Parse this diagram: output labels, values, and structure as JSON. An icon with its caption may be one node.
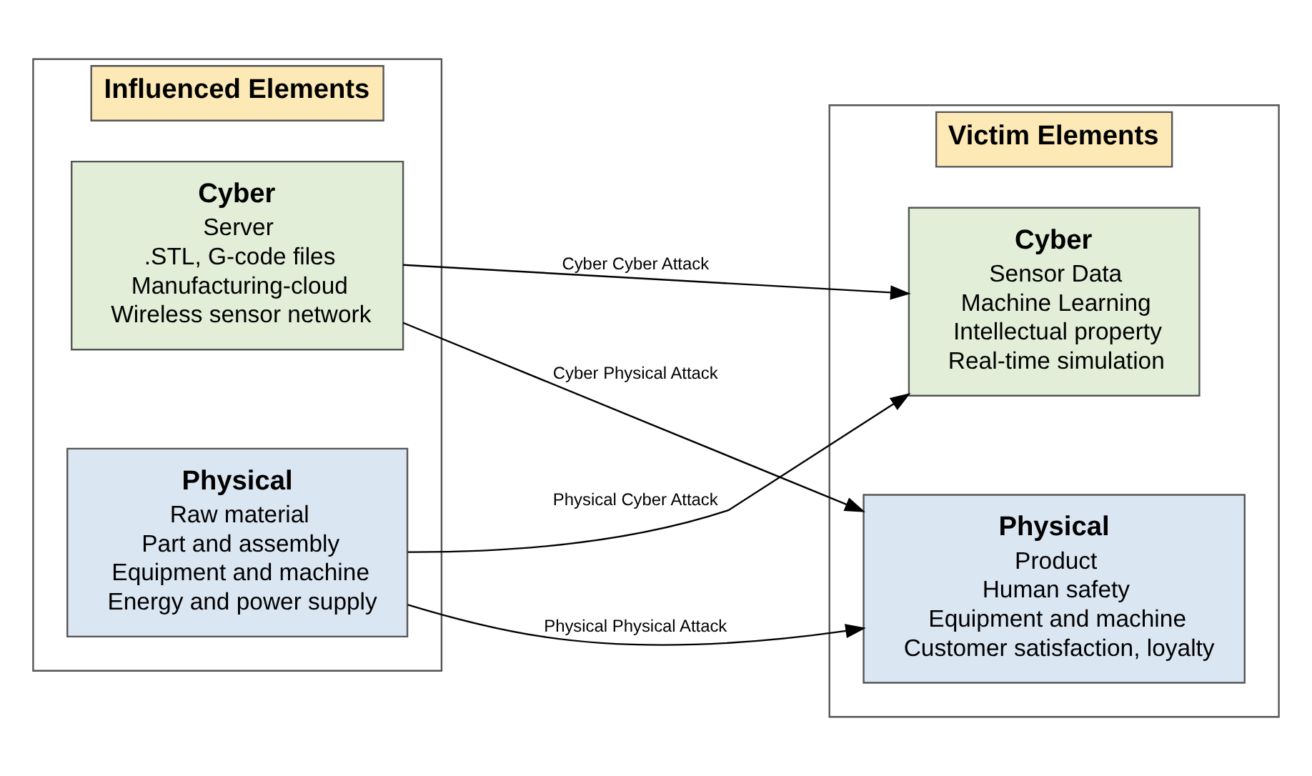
{
  "diagram": {
    "nodes": [
      {
        "text": [
          "Influenced Elements"
        ]
      },
      {
        "text": [
          "Cyber",
          "Server",
          ".STL, G-code files",
          "Manufacturing-cloud",
          "Wireless sensor network"
        ],
        "in": 0
      },
      {
        "text": [
          "Physical",
          "Raw material",
          "Part and assembly",
          "Equipment and machine",
          "Energy and power supply"
        ],
        "in": 0
      },
      {
        "text": [
          "Victim Elements"
        ]
      },
      {
        "text": [
          "Cyber",
          "Sensor Data",
          "Machine Learning",
          "Intellectual property",
          "Real-time simulation"
        ],
        "in": 3
      },
      {
        "text": [
          "Physical",
          "Product",
          "Human safety",
          "Equipment and machine",
          "Customer satisfaction, loyalty"
        ],
        "in": 3
      }
    ],
    "edges": [
      {
        "from": 1,
        "to": 4,
        "arrow": "to",
        "label": "Cyber Cyber Attack"
      },
      {
        "from": 1,
        "to": 5,
        "arrow": "to",
        "label": "Cyber Physical Attack"
      },
      {
        "from": 2,
        "to": 4,
        "arrow": "to",
        "label": "Physical Cyber Attack"
      },
      {
        "from": 2,
        "to": 5,
        "arrow": "to",
        "label": "Physical Physical Attack"
      }
    ]
  }
}
